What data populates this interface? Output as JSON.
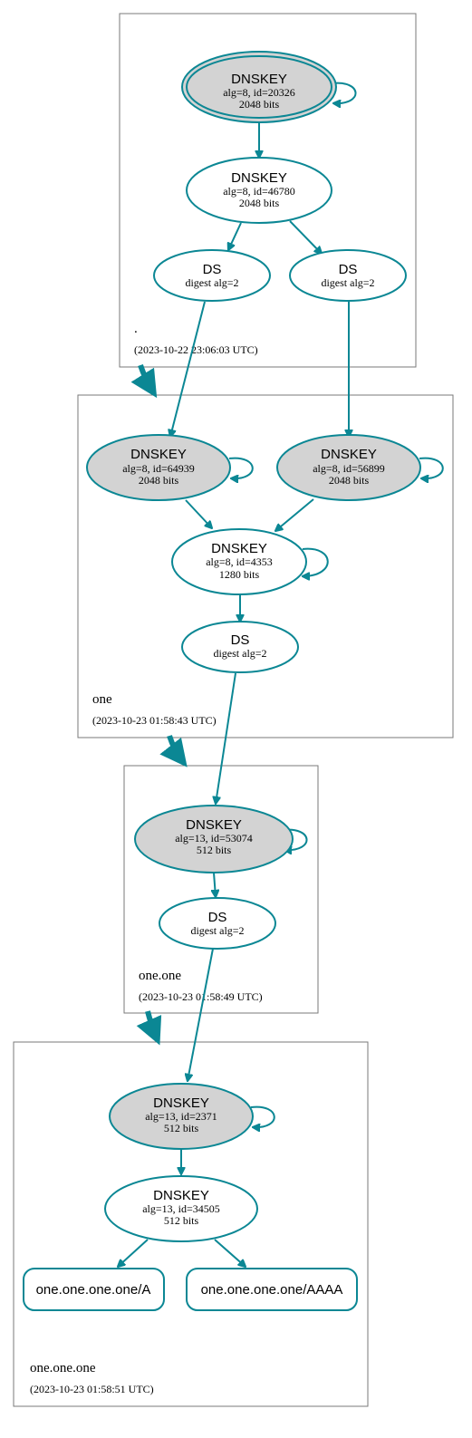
{
  "colors": {
    "edge": "#0b8794",
    "fill_sep": "#d3d3d3",
    "zone_border": "#7a7a7a"
  },
  "zones": [
    {
      "name": ".",
      "timestamp": "(2023-10-22 23:06:03 UTC)"
    },
    {
      "name": "one",
      "timestamp": "(2023-10-23 01:58:43 UTC)"
    },
    {
      "name": "one.one",
      "timestamp": "(2023-10-23 01:58:49 UTC)"
    },
    {
      "name": "one.one.one",
      "timestamp": "(2023-10-23 01:58:51 UTC)"
    }
  ],
  "nodes": {
    "root_ksk": {
      "type": "DNSKEY",
      "line1": "alg=8, id=20326",
      "line2": "2048 bits"
    },
    "root_zsk": {
      "type": "DNSKEY",
      "line1": "alg=8, id=46780",
      "line2": "2048 bits"
    },
    "root_ds1": {
      "type": "DS",
      "line1": "digest alg=2"
    },
    "root_ds2": {
      "type": "DS",
      "line1": "digest alg=2"
    },
    "one_ksk1": {
      "type": "DNSKEY",
      "line1": "alg=8, id=64939",
      "line2": "2048 bits"
    },
    "one_ksk2": {
      "type": "DNSKEY",
      "line1": "alg=8, id=56899",
      "line2": "2048 bits"
    },
    "one_zsk": {
      "type": "DNSKEY",
      "line1": "alg=8, id=4353",
      "line2": "1280 bits"
    },
    "one_ds": {
      "type": "DS",
      "line1": "digest alg=2"
    },
    "oneone_ksk": {
      "type": "DNSKEY",
      "line1": "alg=13, id=53074",
      "line2": "512 bits"
    },
    "oneone_ds": {
      "type": "DS",
      "line1": "digest alg=2"
    },
    "ooo_ksk": {
      "type": "DNSKEY",
      "line1": "alg=13, id=2371",
      "line2": "512 bits"
    },
    "ooo_zsk": {
      "type": "DNSKEY",
      "line1": "alg=13, id=34505",
      "line2": "512 bits"
    },
    "rr_a": {
      "label": "one.one.one.one/A"
    },
    "rr_aaaa": {
      "label": "one.one.one.one/AAAA"
    }
  }
}
